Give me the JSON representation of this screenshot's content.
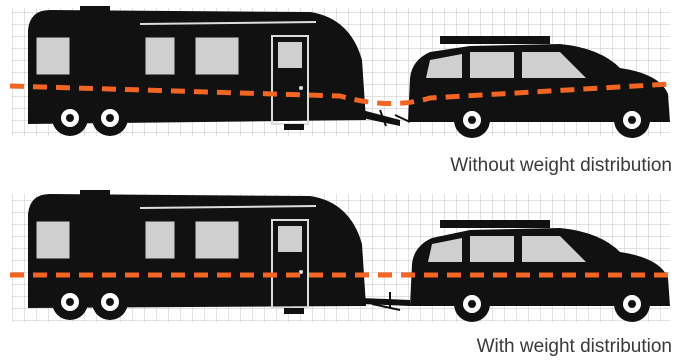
{
  "colors": {
    "vehicle": "#111111",
    "window": "#cfcfcf",
    "grid": "#c4c4c4",
    "level_line": "#f26522",
    "caption_text": "#3a3a3a"
  },
  "panels": [
    {
      "caption": "Without weight distribution",
      "level": "sagging"
    },
    {
      "caption": "With weight distribution",
      "level": "level"
    }
  ]
}
